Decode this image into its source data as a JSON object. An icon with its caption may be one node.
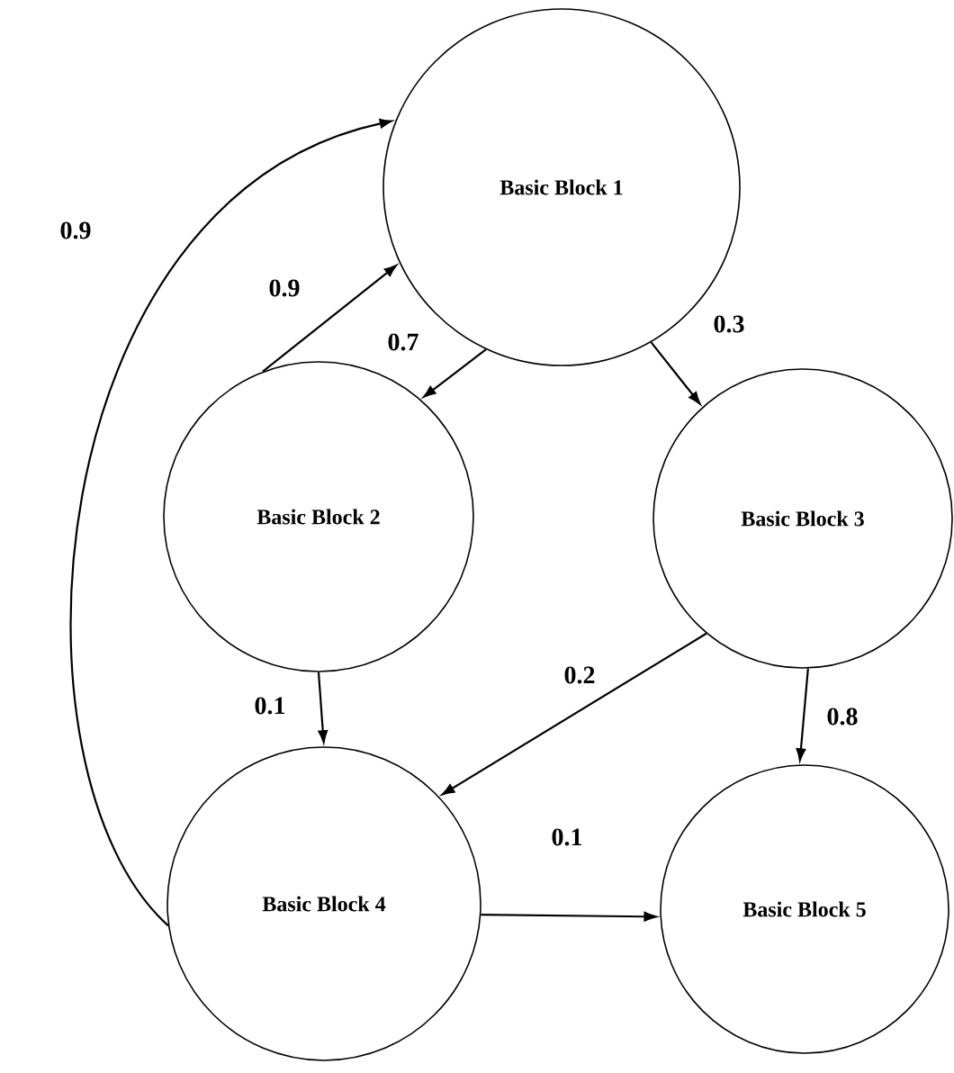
{
  "diagram": {
    "nodes": [
      {
        "text": [
          "Basic Block 1"
        ]
      },
      {
        "text": [
          "Basic Block 2"
        ]
      },
      {
        "text": [
          "Basic Block 3"
        ]
      },
      {
        "text": [
          "Basic Block 4"
        ]
      },
      {
        "text": [
          "Basic Block 5"
        ]
      }
    ],
    "edges": [
      {
        "from": 1,
        "to": 0,
        "arrow": "to",
        "label": "0.9"
      },
      {
        "from": 0,
        "to": 1,
        "arrow": "to",
        "label": "0.7"
      },
      {
        "from": 0,
        "to": 2,
        "arrow": "to",
        "label": "0.3"
      },
      {
        "from": 1,
        "to": 3,
        "arrow": "to",
        "label": "0.1"
      },
      {
        "from": 2,
        "to": 3,
        "arrow": "to",
        "label": "0.2"
      },
      {
        "from": 2,
        "to": 4,
        "arrow": "to",
        "label": "0.8"
      },
      {
        "from": 3,
        "to": 4,
        "arrow": "to",
        "label": "0.1"
      },
      {
        "from": 3,
        "to": 0,
        "arrow": "to",
        "label": "0.9"
      }
    ]
  }
}
